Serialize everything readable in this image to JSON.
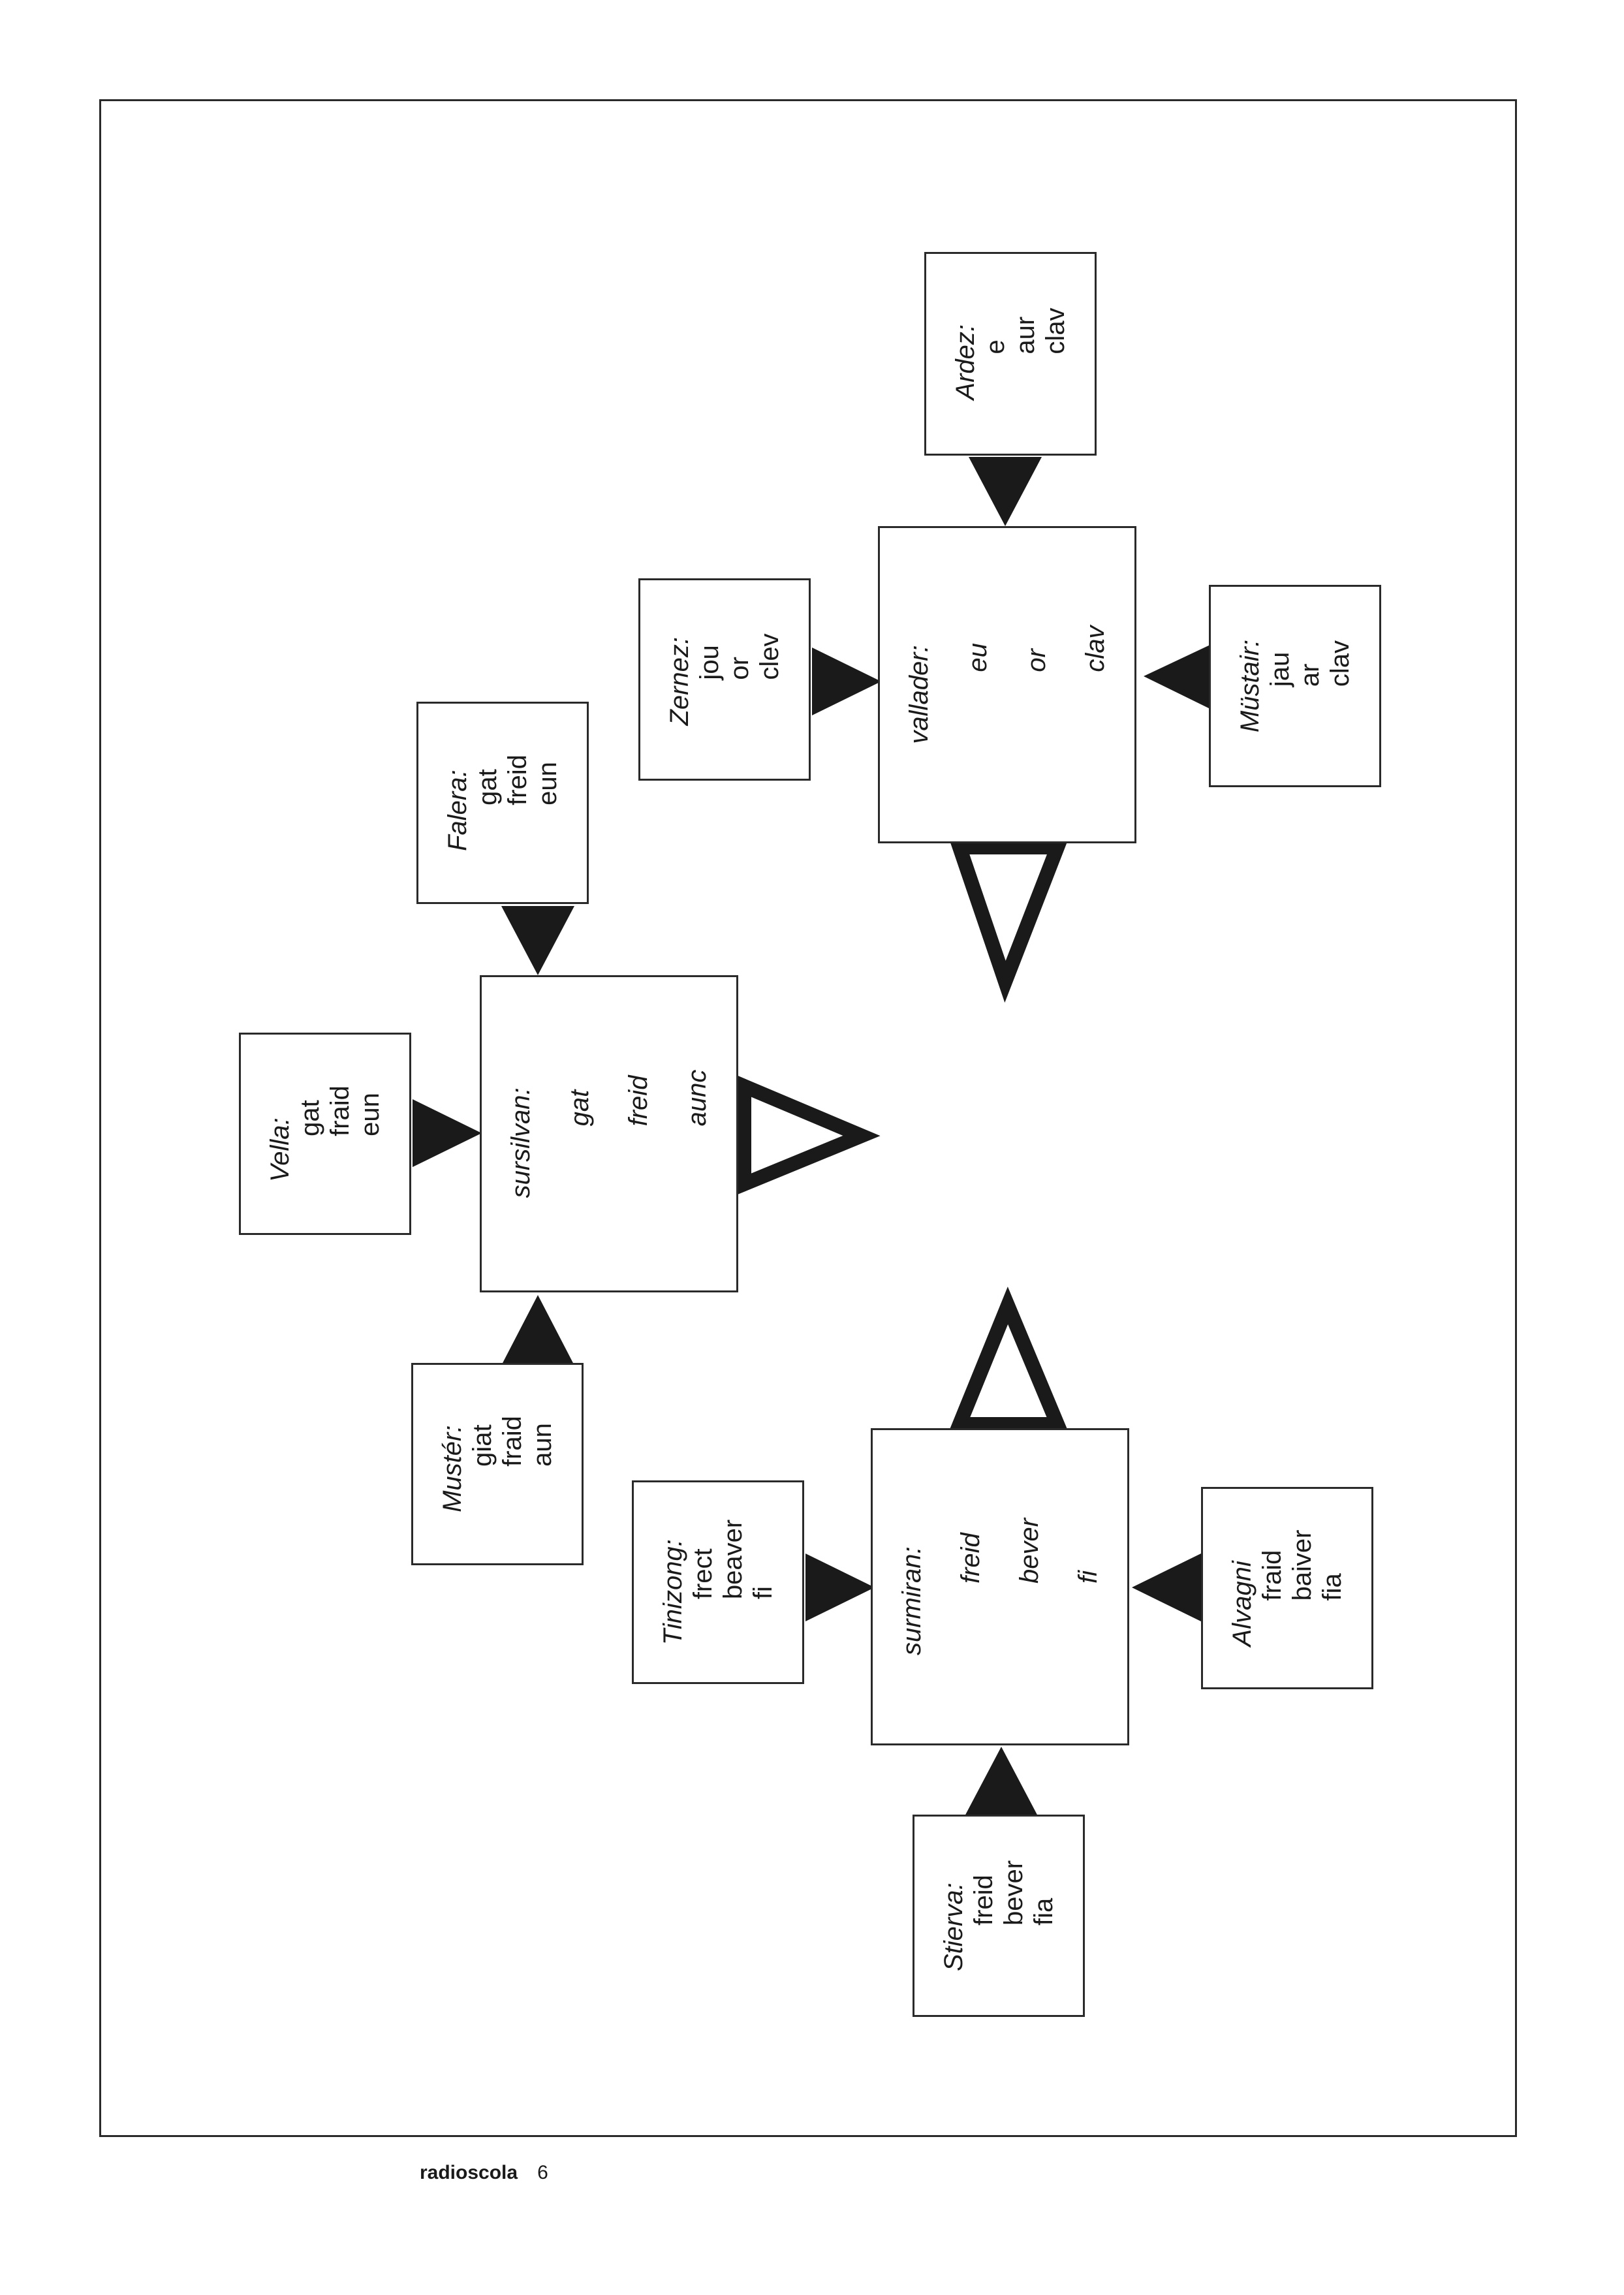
{
  "regions": {
    "sursilvan": {
      "label": "sursilvan:",
      "words": [
        "gat",
        "freid",
        "aunc"
      ]
    },
    "vallader": {
      "label": "vallader:",
      "words": [
        "eu",
        "or",
        "clav"
      ]
    },
    "surmiran": {
      "label": "surmiran:",
      "words": [
        "freid",
        "bever",
        "fi"
      ]
    }
  },
  "dialects": {
    "vella": {
      "label": "Vella:",
      "words": [
        "gat",
        "fraid",
        "eun"
      ]
    },
    "falera": {
      "label": "Falera:",
      "words": [
        "gat",
        "freid",
        "eun"
      ]
    },
    "muster": {
      "label": "Mustér:",
      "words": [
        "giat",
        "fraid",
        "aun"
      ]
    },
    "zernez": {
      "label": "Zernez:",
      "words": [
        "jou",
        "or",
        "clev"
      ]
    },
    "ardez": {
      "label": "Ardez:",
      "words": [
        "e",
        "aur",
        "clav"
      ]
    },
    "mustair": {
      "label": "Müstair:",
      "words": [
        "jau",
        "ar",
        "clav"
      ]
    },
    "tinizong": {
      "label": "Tinizong:",
      "words": [
        "frect",
        "beaver",
        "fi"
      ]
    },
    "alvagni": {
      "label": "Alvagni",
      "words": [
        "fraid",
        "baiver",
        "fia"
      ]
    },
    "stierva": {
      "label": "Stierva:",
      "words": [
        "freid",
        "bever",
        "fia"
      ]
    }
  },
  "footer": {
    "brand": "radioscola",
    "page": "6"
  }
}
